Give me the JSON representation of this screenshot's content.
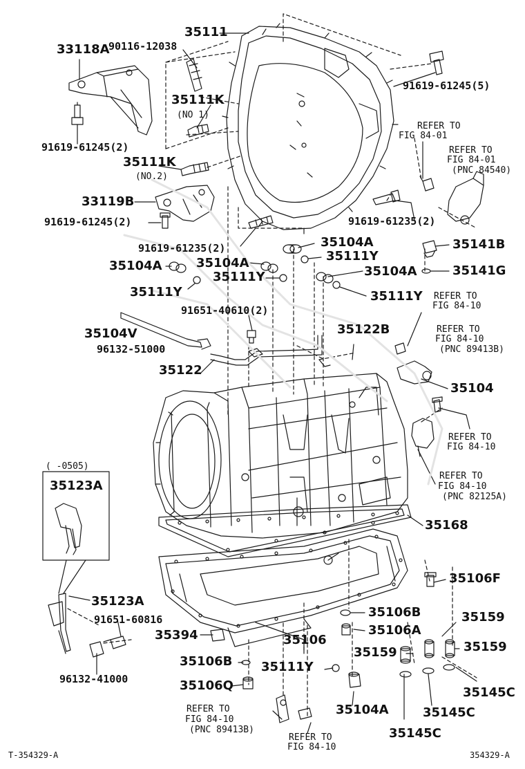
{
  "labels": {
    "p35111": "35111",
    "p33118a": "33118A",
    "p90116": "90116-12038",
    "p35111k1": "35111K",
    "no1": "(NO 1)",
    "p91619_245_2a": "91619-61245(2)",
    "p35111k2": "35111K",
    "no2": "(NO.2)",
    "p33119b": "33119B",
    "p91619_245_2b": "91619-61245(2)",
    "p91619_235_2a": "91619-61235(2)",
    "p35104a_1": "35104A",
    "p35104a_2": "35104A",
    "p35111y_1": "35111Y",
    "p35111y_2": "35111Y",
    "p91651_40610": "91651-40610(2)",
    "p35104v": "35104V",
    "p96132_51000": "96132-51000",
    "p35122": "35122",
    "p35122b": "35122B",
    "p91619_245_5": "91619-61245(5)",
    "refer_8401a_1": "REFER TO",
    "refer_8401a_2": "FIG 84-01",
    "refer_8401b_1": "REFER TO",
    "refer_8401b_2": "FIG 84-01",
    "refer_8401b_3": "(PNC 84540)",
    "p91619_235_2b": "91619-61235(2)",
    "p35104a_3": "35104A",
    "p35111y_3": "35111Y",
    "p35141b": "35141B",
    "p35104a_4": "35104A",
    "p35141g": "35141G",
    "p35111y_4": "35111Y",
    "refer_8410a_1": "REFER TO",
    "refer_8410a_2": "FIG 84-10",
    "refer_8410b_1": "REFER TO",
    "refer_8410b_2": "FIG 84-10",
    "refer_8410b_3": "(PNC 89413B)",
    "p35104": "35104",
    "refer_8410c_1": "REFER TO",
    "refer_8410c_2": "FIG 84-10",
    "refer_8410d_1": "REFER TO",
    "refer_8410d_2": "FIG 84-10",
    "refer_8410d_3": "(PNC 82125A)",
    "p35168": "35168",
    "p35106f": "35106F",
    "p35106b_1": "35106B",
    "p35106a": "35106A",
    "p35159_1": "35159",
    "p35159_2": "35159",
    "p35159_3": "35159",
    "p35145c_1": "35145C",
    "p35145c_2": "35145C",
    "p35145c_3": "35145C",
    "p35104a_5": "35104A",
    "p35111y_5": "35111Y",
    "p35106": "35106",
    "p35394": "35394",
    "p35106b_2": "35106B",
    "p35106q": "35106Q",
    "refer_8410e_1": "REFER TO",
    "refer_8410e_2": "FIG 84-10",
    "refer_8410e_3": "(PNC 89413B)",
    "refer_8410f_1": "REFER TO",
    "refer_8410f_2": "FIG 84-10",
    "inset_range": "(    -0505)",
    "p35123a_inset": "35123A",
    "p35123a": "35123A",
    "p91651_60816": "91651-60816",
    "p96132_41000": "96132-41000"
  },
  "footer": {
    "left": "T-354329-A",
    "right": "354329-A"
  }
}
